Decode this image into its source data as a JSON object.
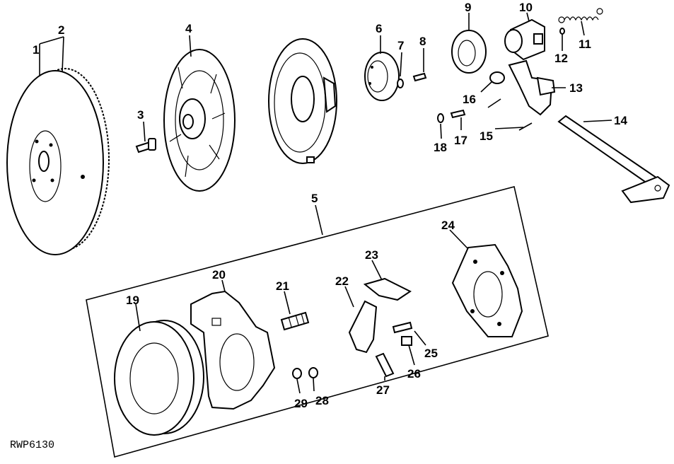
{
  "diagram": {
    "callouts": [
      "1",
      "2",
      "3",
      "4",
      "5",
      "6",
      "7",
      "8",
      "9",
      "10",
      "11",
      "12",
      "13",
      "14",
      "15",
      "16",
      "17",
      "18",
      "19",
      "20",
      "21",
      "22",
      "23",
      "24",
      "25",
      "26",
      "27",
      "28",
      "29"
    ],
    "figure_code": "RWP6130"
  }
}
